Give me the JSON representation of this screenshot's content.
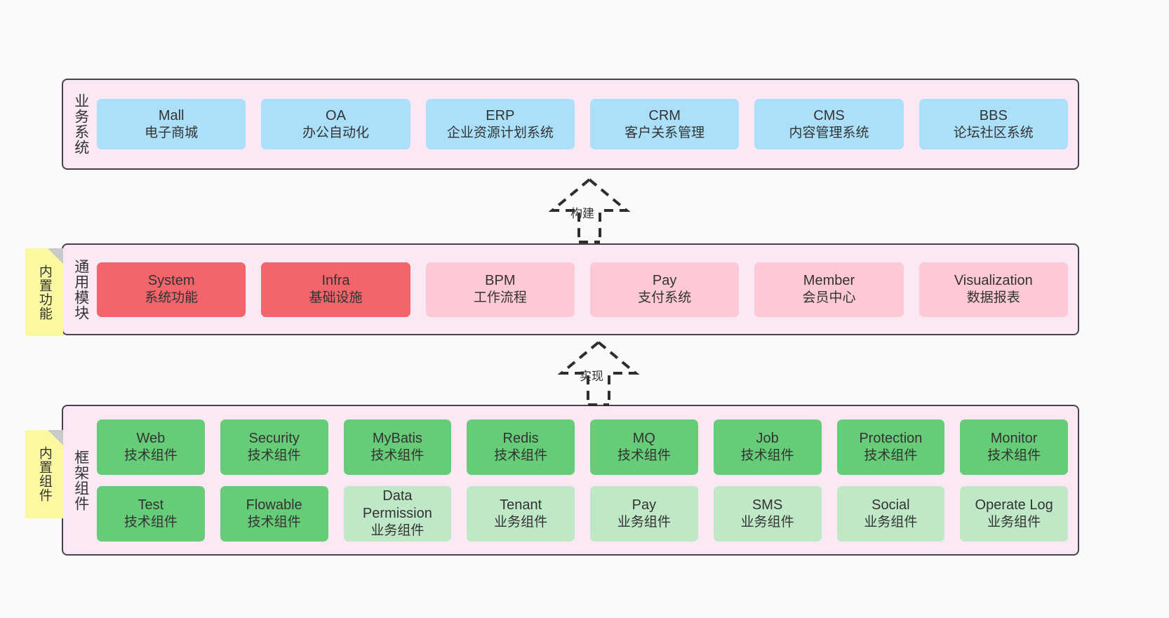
{
  "diagram": {
    "title": "",
    "colors": {
      "background": "#fafafa",
      "layer_fill": "#fae9f4",
      "layer_border": "#4a4050",
      "business_card": "#ace0fa",
      "module_core_card": "#f2656a",
      "module_card": "#fcc9d4",
      "tech_component_card": "#66cc77",
      "business_component_card": "#bfe8c6",
      "sticky_note": "#fbf8a2",
      "sticky_fold": "#c9c9c9",
      "text": "#333333"
    }
  },
  "layers": [
    {
      "key": "business",
      "title": "业务系统",
      "rows": [
        [
          {
            "en": "Mall",
            "cn": "电子商城"
          },
          {
            "en": "OA",
            "cn": "办公自动化"
          },
          {
            "en": "ERP",
            "cn": "企业资源计划系统"
          },
          {
            "en": "CRM",
            "cn": "客户关系管理"
          },
          {
            "en": "CMS",
            "cn": "内容管理系统"
          },
          {
            "en": "BBS",
            "cn": "论坛社区系统"
          }
        ]
      ]
    },
    {
      "key": "modules",
      "title": "通用模块",
      "rows": [
        [
          {
            "en": "System",
            "cn": "系统功能"
          },
          {
            "en": "Infra",
            "cn": "基础设施"
          },
          {
            "en": "BPM",
            "cn": "工作流程"
          },
          {
            "en": "Pay",
            "cn": "支付系统"
          },
          {
            "en": "Member",
            "cn": "会员中心"
          },
          {
            "en": "Visualization",
            "cn": "数据报表"
          }
        ]
      ]
    },
    {
      "key": "framework",
      "title": "框架组件",
      "rows": [
        [
          {
            "en": "Web",
            "cn": "技术组件"
          },
          {
            "en": "Security",
            "cn": "技术组件"
          },
          {
            "en": "MyBatis",
            "cn": "技术组件"
          },
          {
            "en": "Redis",
            "cn": "技术组件"
          },
          {
            "en": "MQ",
            "cn": "技术组件"
          },
          {
            "en": "Job",
            "cn": "技术组件"
          },
          {
            "en": "Protection",
            "cn": "技术组件"
          },
          {
            "en": "Monitor",
            "cn": "技术组件"
          }
        ],
        [
          {
            "en": "Test",
            "cn": "技术组件"
          },
          {
            "en": "Flowable",
            "cn": "技术组件"
          },
          {
            "en": "Data Permission",
            "cn": "业务组件"
          },
          {
            "en": "Tenant",
            "cn": "业务组件"
          },
          {
            "en": "Pay",
            "cn": "业务组件"
          },
          {
            "en": "SMS",
            "cn": "业务组件"
          },
          {
            "en": "Social",
            "cn": "业务组件"
          },
          {
            "en": "Operate Log",
            "cn": "业务组件"
          }
        ]
      ]
    }
  ],
  "sticky_notes": [
    {
      "key": "modules",
      "label": "内置功能"
    },
    {
      "key": "framework",
      "label": "内置组件"
    }
  ],
  "connectors": [
    {
      "key": "build",
      "label": "构建",
      "style": "dashed-hollow-arrow",
      "direction": "up"
    },
    {
      "key": "impl",
      "label": "实现",
      "style": "dashed-hollow-arrow",
      "direction": "up"
    }
  ]
}
